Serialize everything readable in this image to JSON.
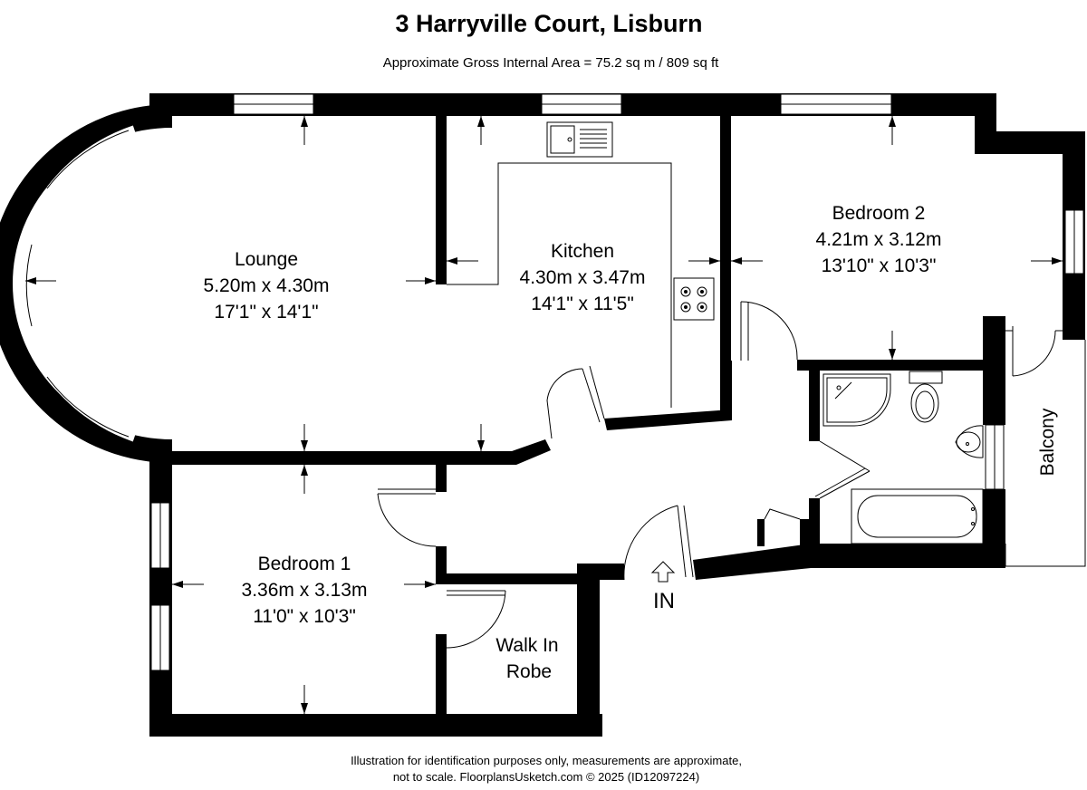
{
  "header": {
    "title": "3 Harryville Court, Lisburn",
    "subtitle": "Approximate Gross Internal Area = 75.2 sq m / 809 sq ft"
  },
  "rooms": {
    "lounge": {
      "name": "Lounge",
      "metric": "5.20m x 4.30m",
      "imperial": "17'1\" x 14'1\""
    },
    "kitchen": {
      "name": "Kitchen",
      "metric": "4.30m x 3.47m",
      "imperial": "14'1\" x 11'5\""
    },
    "bedroom2": {
      "name": "Bedroom 2",
      "metric": "4.21m x 3.12m",
      "imperial": "13'10\" x 10'3\""
    },
    "bedroom1": {
      "name": "Bedroom 1",
      "metric": "3.36m x 3.13m",
      "imperial": "11'0\" x 10'3\""
    },
    "walkin": {
      "line1": "Walk In",
      "line2": "Robe"
    },
    "balcony": {
      "name": "Balcony"
    }
  },
  "entrance": {
    "label": "IN"
  },
  "footer": {
    "line1": "Illustration for identification purposes only, measurements are approximate,",
    "line2": "not to scale. FloorplansUsketch.com © 2025 (ID12097224)"
  }
}
